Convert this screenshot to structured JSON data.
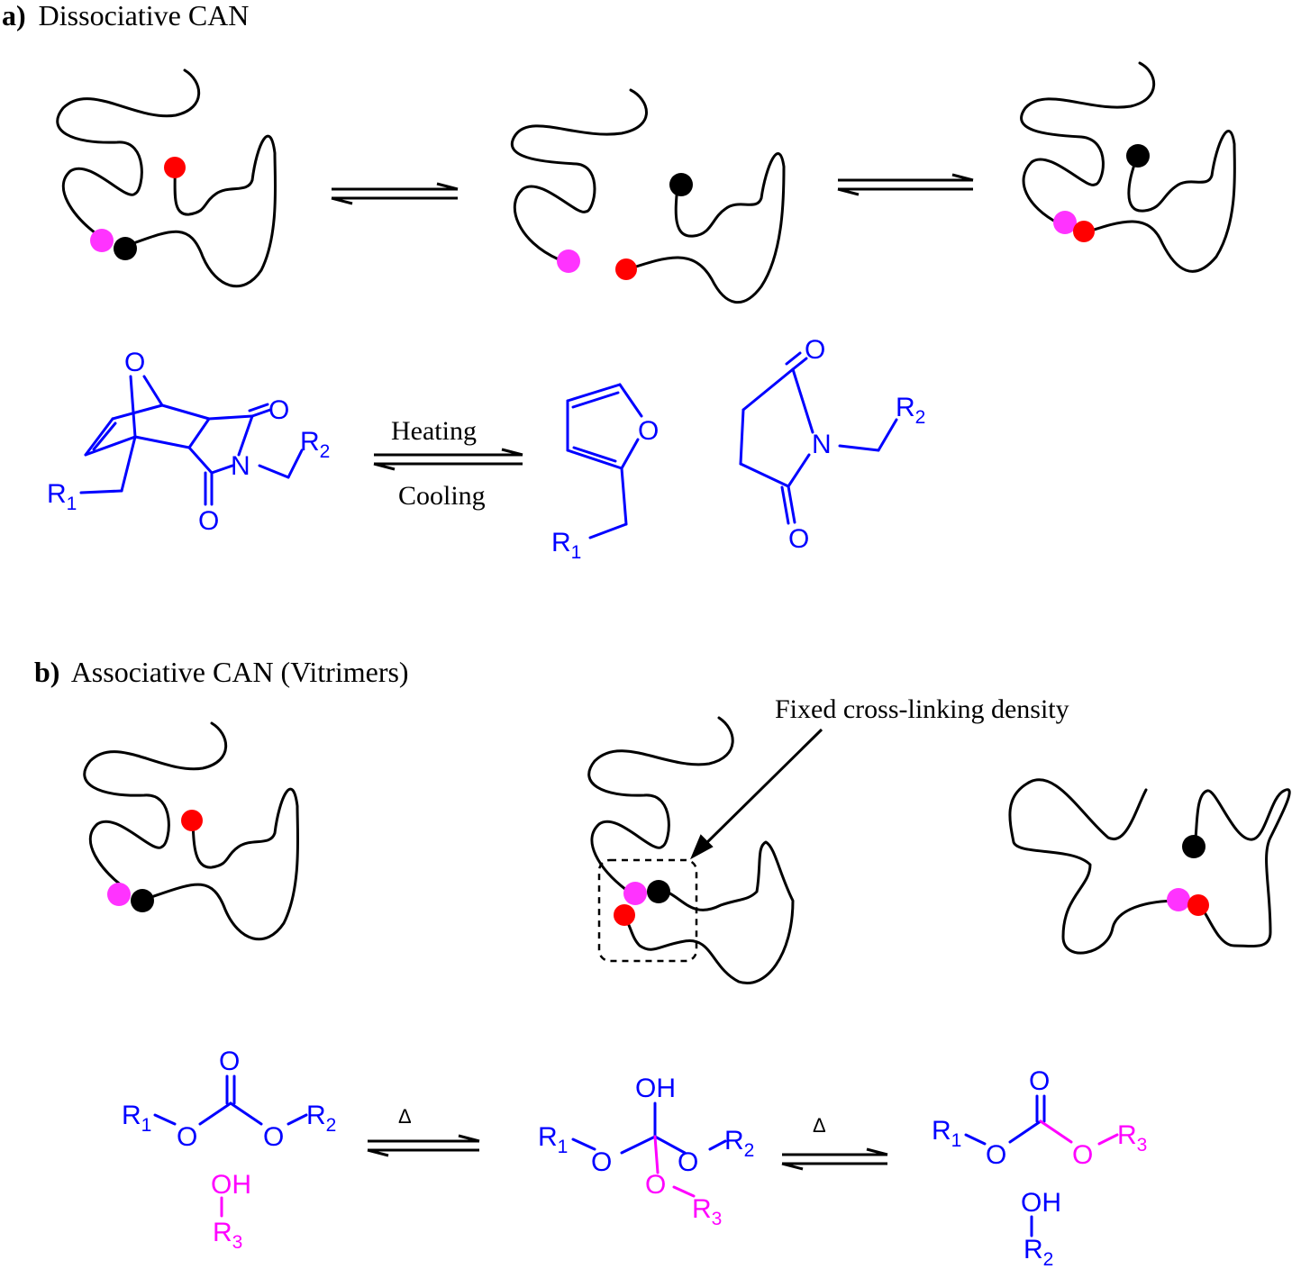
{
  "colors": {
    "pink": "#ff33ff",
    "red": "#ff0000",
    "black": "#000000",
    "chem_blue": "#0000ff",
    "chem_magenta": "#ff00ff"
  },
  "panel_a": {
    "letter": "a)",
    "title": "Dissociative CAN",
    "heating_label": "Heating",
    "cooling_label": "Cooling"
  },
  "panel_b": {
    "letter": "b)",
    "title": "Associative CAN (Vitrimers)",
    "annotation": "Fixed cross-linking density",
    "heat_symbol": "Δ"
  },
  "atoms": {
    "oxygen": "O",
    "nitrogen": "N",
    "hydroxyl": "OH",
    "r": "R",
    "sub1": "1",
    "sub2": "2",
    "sub3": "3"
  }
}
